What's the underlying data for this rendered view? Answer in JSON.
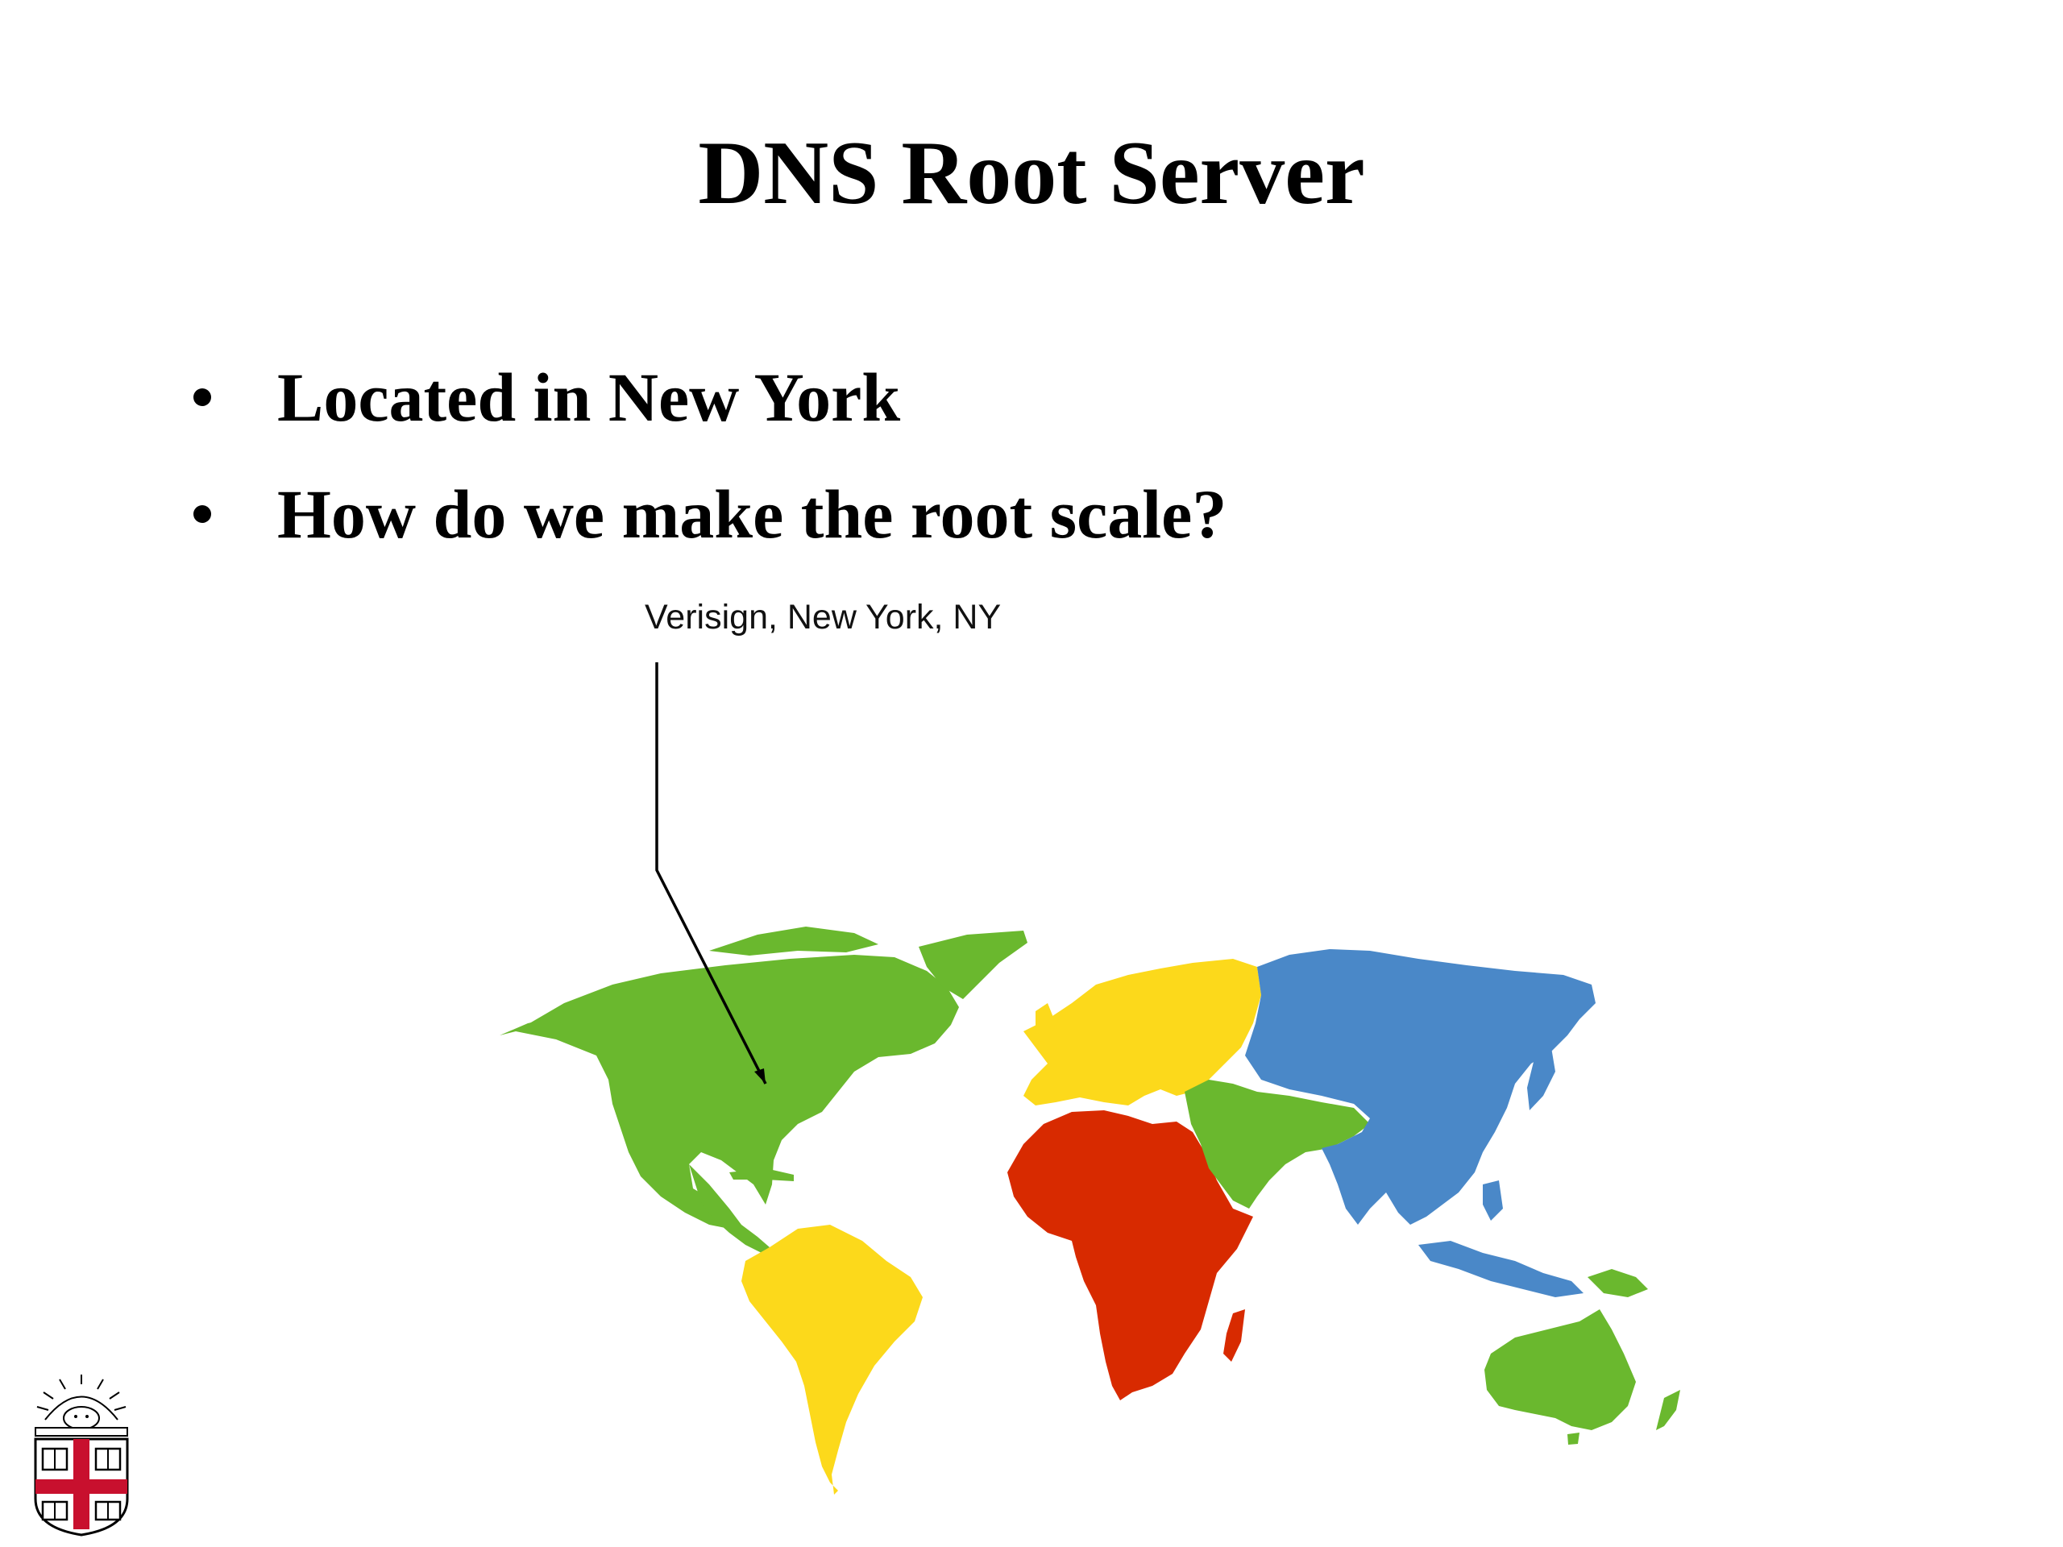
{
  "slide": {
    "title": "DNS Root Server",
    "bullets": [
      "Located in New York",
      "How do we make the root scale?"
    ],
    "callout": {
      "label": "Verisign, New York, NY"
    }
  },
  "map": {
    "continent_colors": {
      "north_america": "#6ab82e",
      "greenland": "#6ab82e",
      "south_america": "#fcd91b",
      "europe": "#fcd91b",
      "africa": "#d82a00",
      "middle_east": "#6ab82e",
      "asia": "#4a88c8",
      "oceania": "#6ab82e"
    }
  },
  "logo": {
    "icon": "university-shield-icon",
    "colors": {
      "shield_red": "#c8102e",
      "outline": "#000000"
    }
  }
}
